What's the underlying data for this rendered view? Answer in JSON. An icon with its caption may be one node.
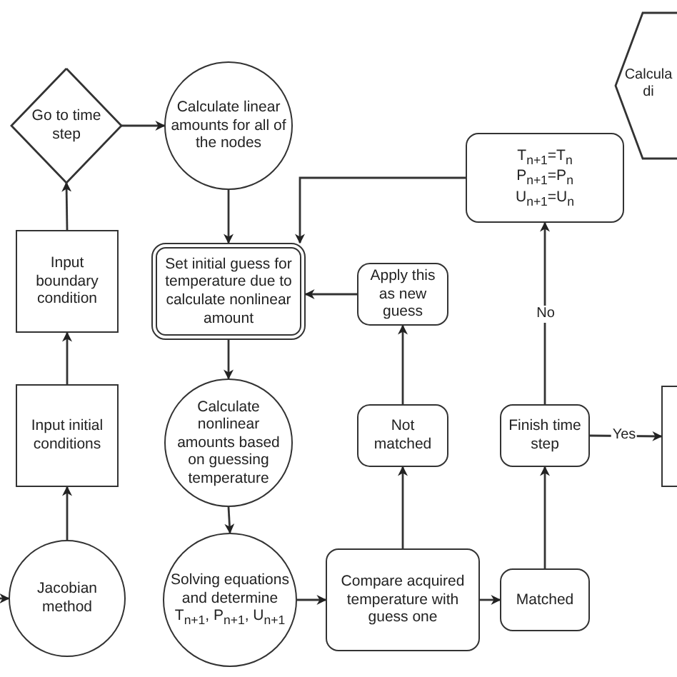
{
  "diagram": {
    "nodes": [
      {
        "text": [
          "Go to time step"
        ]
      },
      {
        "text": [
          "Calculate linear amounts for all of the nodes"
        ]
      },
      {
        "text": [
          "Calcula di"
        ]
      },
      {
        "text": [
          "T$_{n+1}$=T$_{n}$",
          "P$_{n+1}$=P$_{n}$",
          "U$_{n+1}$=U$_{n}$"
        ]
      },
      {
        "text": [
          "Input boundary condition"
        ]
      },
      {
        "text": [
          "Set initial guess for temperature due to calculate nonlinear amount"
        ]
      },
      {
        "text": [
          "Apply this as new guess"
        ]
      },
      {
        "text": [
          "Input initial conditions"
        ]
      },
      {
        "text": [
          "Calculate nonlinear amounts based on guessing temperature"
        ]
      },
      {
        "text": [
          "Not matched"
        ]
      },
      {
        "text": [
          "Finish time step"
        ]
      },
      {
        "text": [],
        "shape": "box"
      },
      {
        "text": [
          "Jacobian method"
        ]
      },
      {
        "text": [
          "Solving equations and determine T$_{n+1}$, P$_{n+1}$, U$_{n+1}$"
        ]
      },
      {
        "text": [
          "Compare acquired temperature with guess one"
        ]
      },
      {
        "text": [
          "Matched"
        ]
      }
    ],
    "edges": [
      {
        "from": null,
        "to": 12,
        "arrow": "to"
      },
      {
        "from": 12,
        "to": 7,
        "arrow": "to"
      },
      {
        "from": 7,
        "to": 4,
        "arrow": "to"
      },
      {
        "from": 4,
        "to": 0,
        "arrow": "to"
      },
      {
        "from": 0,
        "to": 1,
        "arrow": "to"
      },
      {
        "from": 1,
        "to": 5,
        "arrow": "to"
      },
      {
        "from": 5,
        "to": 8,
        "arrow": "to"
      },
      {
        "from": 8,
        "to": 13,
        "arrow": "to"
      },
      {
        "from": 13,
        "to": 14,
        "arrow": "to"
      },
      {
        "from": 14,
        "to": 9,
        "arrow": "to"
      },
      {
        "from": 9,
        "to": 6,
        "arrow": "to"
      },
      {
        "from": 6,
        "to": 5,
        "arrow": "to"
      },
      {
        "from": 14,
        "to": 15,
        "arrow": "to"
      },
      {
        "from": 15,
        "to": 10,
        "arrow": "to"
      },
      {
        "from": 10,
        "to": 3,
        "arrow": "to",
        "label": "No"
      },
      {
        "from": 3,
        "to": 5,
        "arrow": "to"
      },
      {
        "from": 10,
        "to": 11,
        "arrow": "to",
        "label": "Yes"
      }
    ]
  }
}
